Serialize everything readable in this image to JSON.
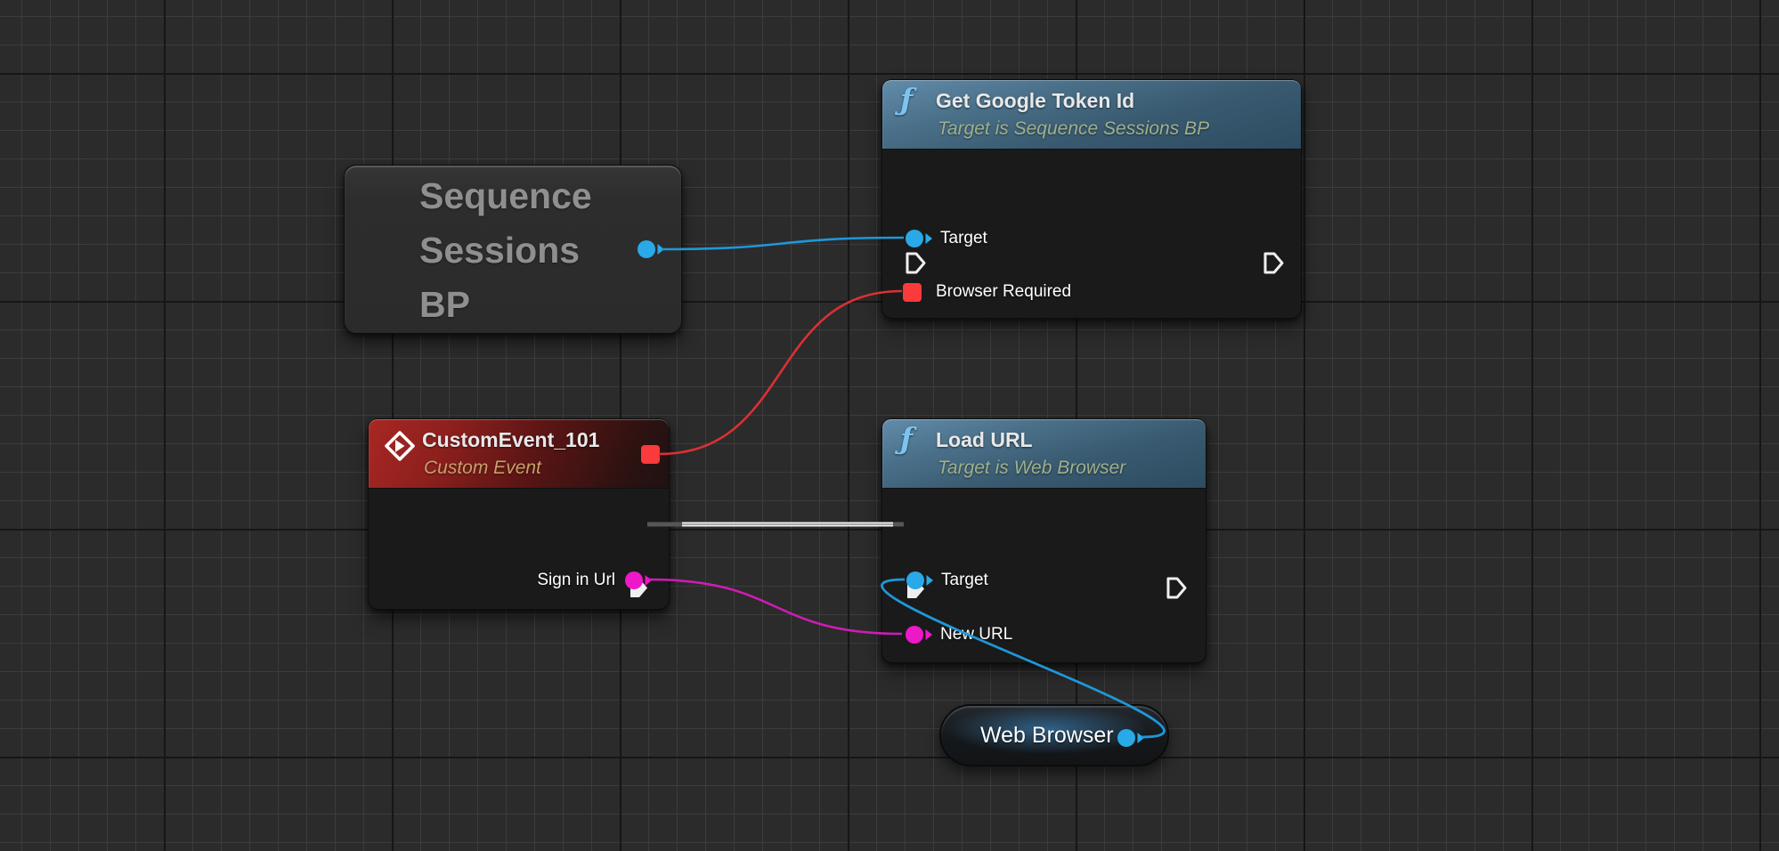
{
  "graph": {
    "tool": "blueprint-graph"
  },
  "colors": {
    "background": "#2b2b2b",
    "grid_minor": "#3c3c3c",
    "grid_major": "#161616",
    "node_body": "#1a1a1a",
    "header_function": "#4a7089",
    "header_event": "#8e201d",
    "pin_exec": "#efefef",
    "pin_object": "#29a9e8",
    "pin_delegate": "#fb3b3b",
    "pin_string": "#ee18c8",
    "wire_object": "#1f97d8",
    "wire_delegate": "#d93134",
    "wire_string": "#ce1cb5",
    "wire_exec": "#f0f0f0",
    "title_text": "#e8e8e8",
    "subtitle_function": "#9fb08c",
    "subtitle_event": "#c7a06a",
    "variable_text": "#8f8f8f",
    "pin_label_text": "#ffffff"
  },
  "nodes": {
    "sequence_sessions_bp": {
      "lines": [
        "Sequence",
        "Sessions",
        "BP"
      ]
    },
    "get_google_token_id": {
      "icon_glyph": "ƒ",
      "title": "Get Google Token Id",
      "subtitle": "Target is Sequence Sessions BP",
      "pin_labels": {
        "target": "Target",
        "browser_required": "Browser Required"
      }
    },
    "custom_event_101": {
      "title": "CustomEvent_101",
      "subtitle": "Custom Event",
      "pin_labels": {
        "sign_in_url": "Sign in Url"
      }
    },
    "load_url": {
      "icon_glyph": "ƒ",
      "title": "Load URL",
      "subtitle": "Target is Web Browser",
      "pin_labels": {
        "target": "Target",
        "new_url": "New URL"
      }
    },
    "web_browser": {
      "label": "Web Browser"
    }
  }
}
